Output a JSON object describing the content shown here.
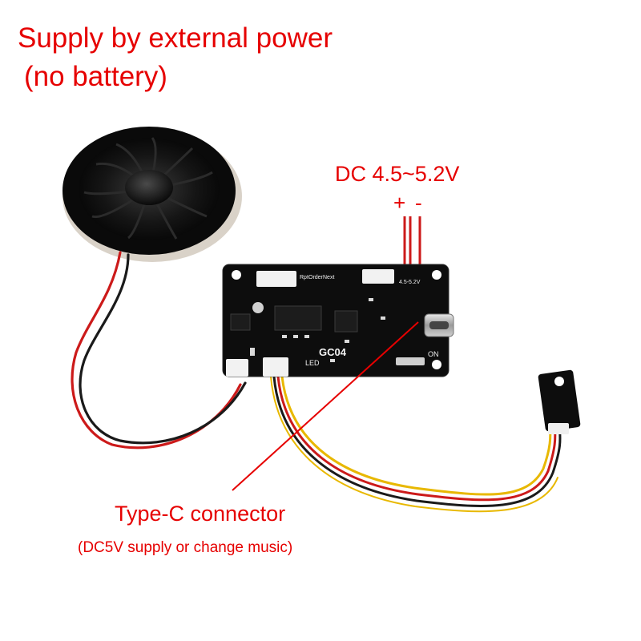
{
  "labels": {
    "headline_line1": "Supply by external power",
    "headline_line2": "(no battery)",
    "dc_range": "DC  4.5~5.2V",
    "polarity_plus": "+",
    "polarity_minus": "-",
    "typec_title": "Type-C connector",
    "typec_subtitle": "(DC5V supply or change music)"
  },
  "board": {
    "model": "GC04",
    "led_label": "LED",
    "on_label": "ON",
    "switch_labels": [
      "Rpt",
      "Order",
      "Next"
    ],
    "voltage_mark": "4.5-5.2V"
  },
  "colors": {
    "annotation": "#e60000",
    "pcb": "#0d0d0d",
    "wire_red": "#cc1a1a",
    "wire_yellow": "#e8b800",
    "wire_black": "#1a1a1a"
  }
}
